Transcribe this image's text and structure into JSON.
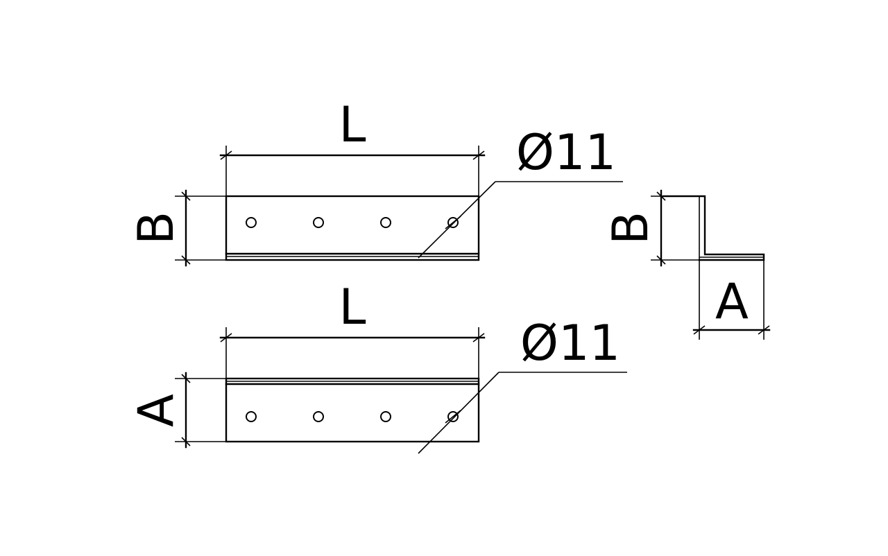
{
  "top_view": {
    "length_label": "L",
    "height_label": "B",
    "hole_label": "Ø11"
  },
  "bottom_view": {
    "length_label": "L",
    "height_label": "A",
    "hole_label": "Ø11"
  },
  "profile_view": {
    "height_label": "B",
    "width_label": "A"
  }
}
